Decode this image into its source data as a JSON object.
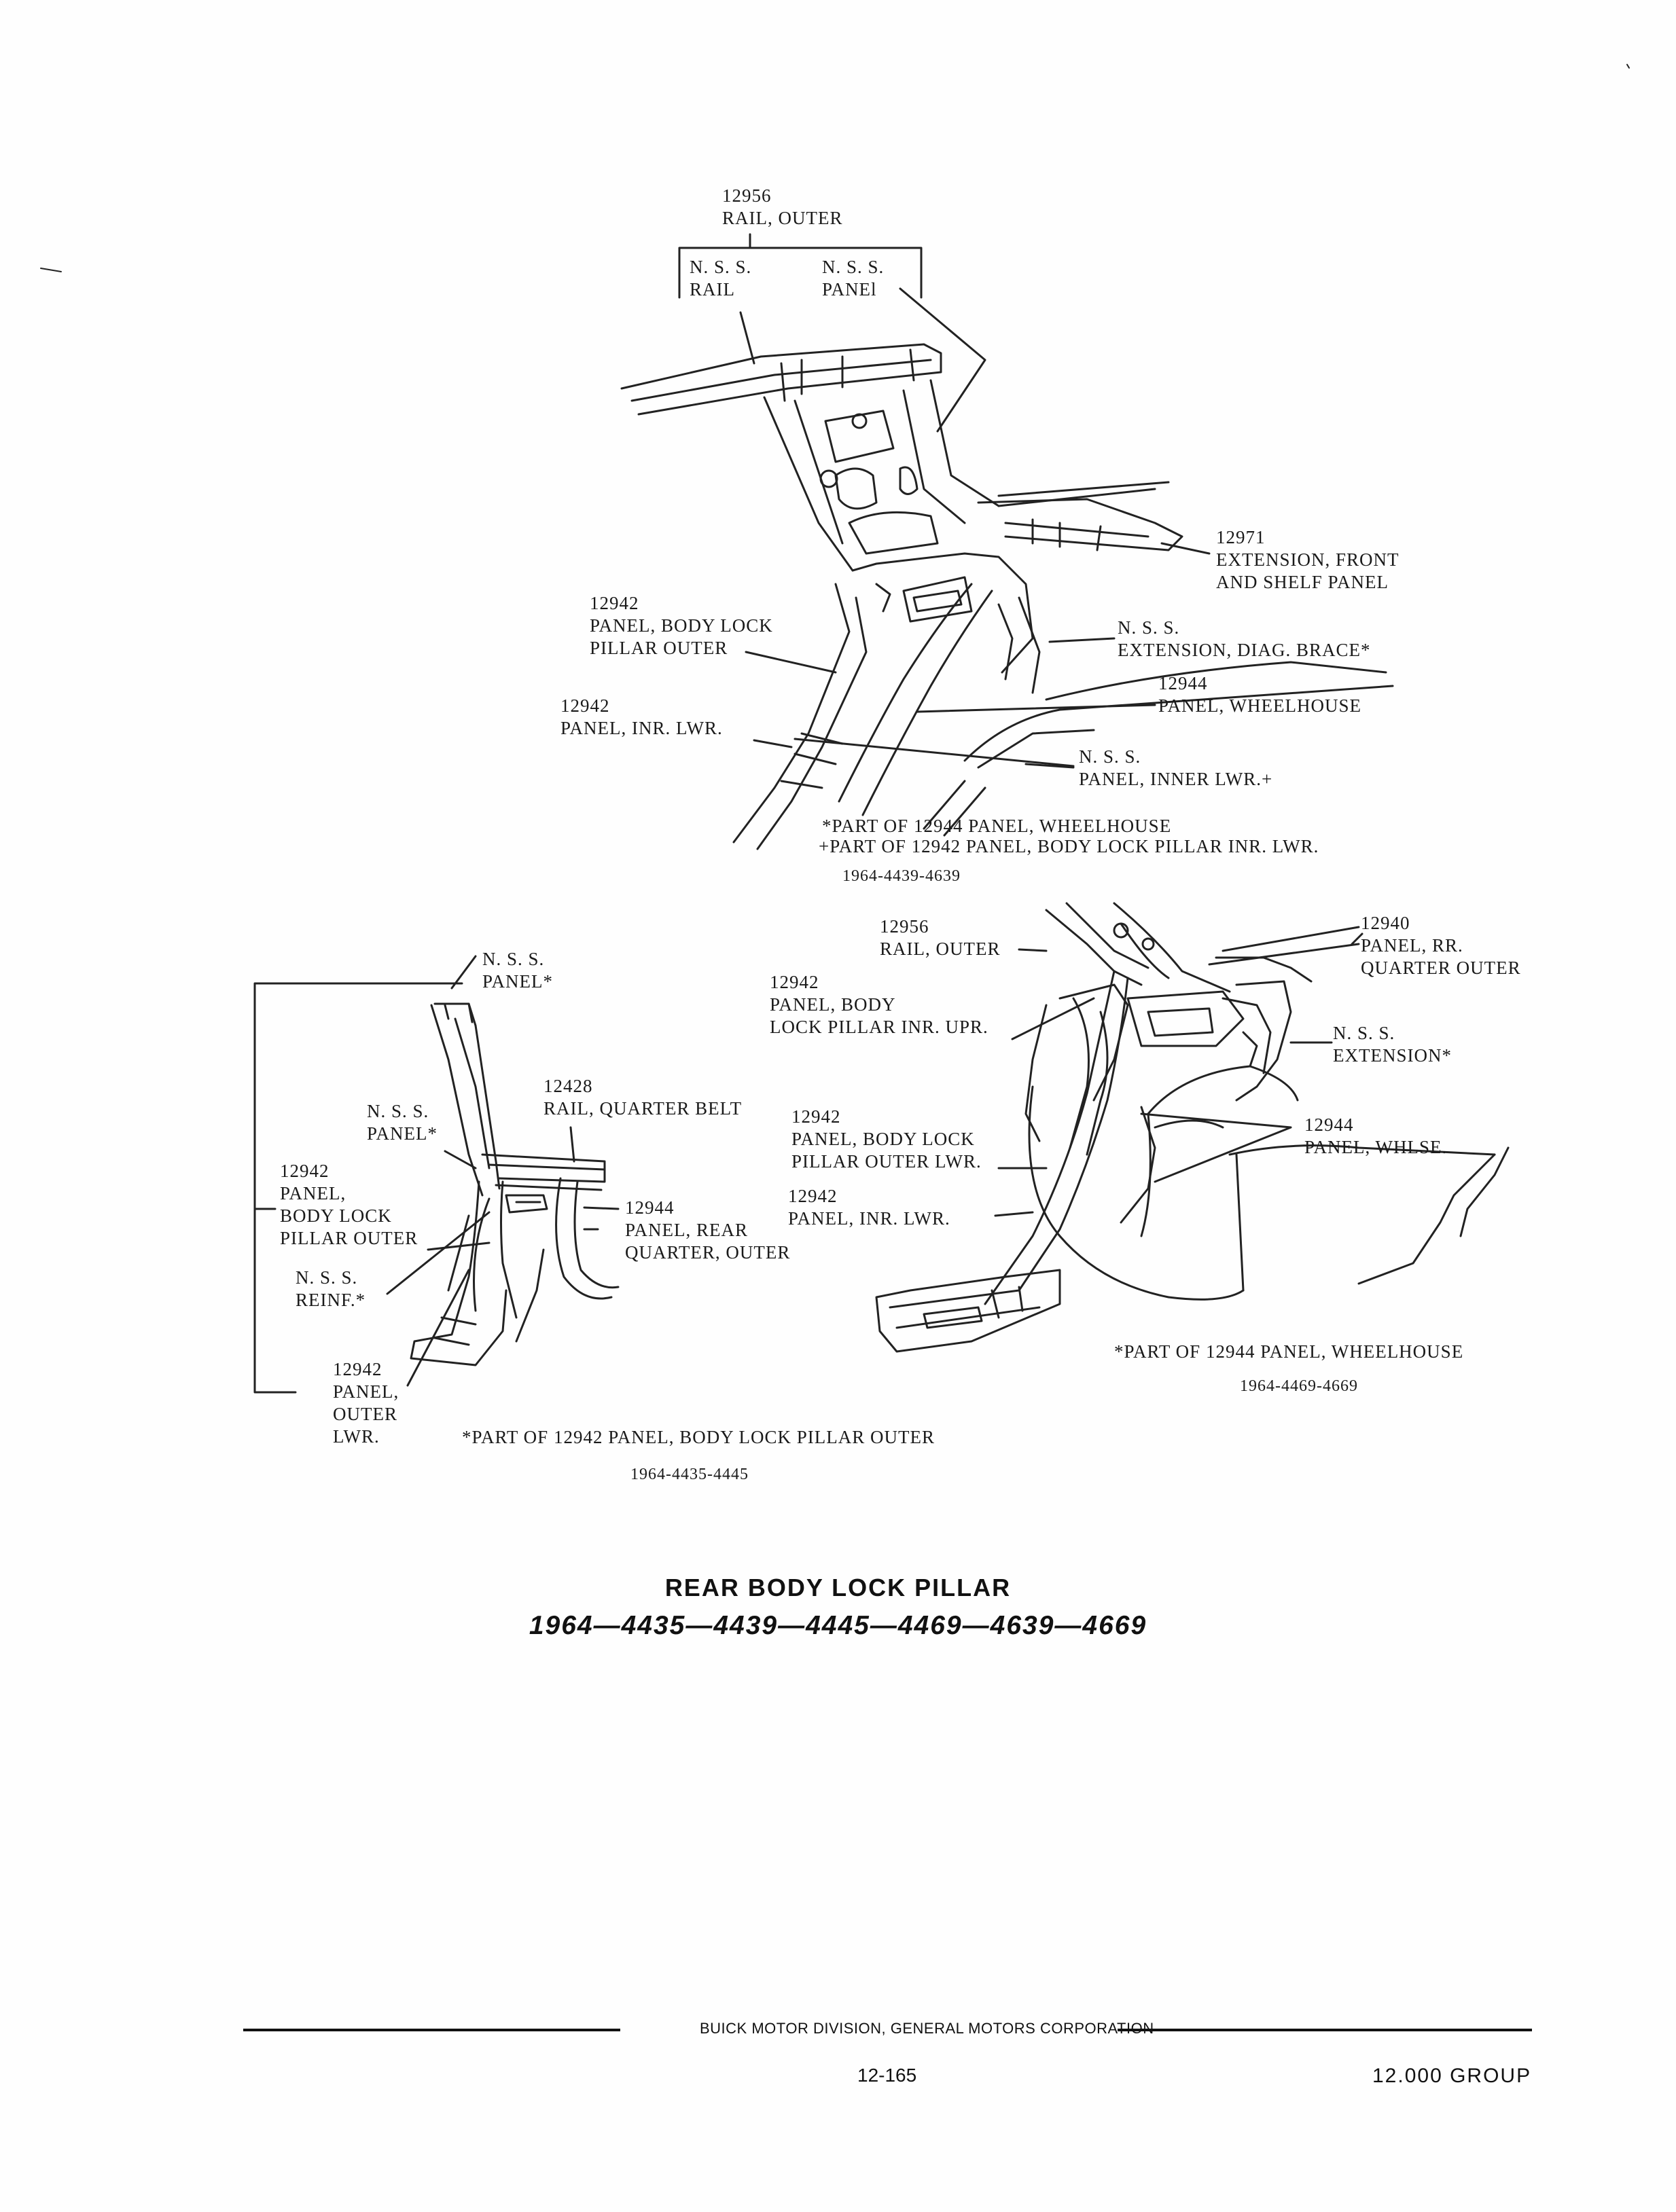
{
  "top_view": {
    "labels": [
      "12956\nRAIL, OUTER",
      "N. S. S.\nRAIL",
      "N. S. S.\nPANEl",
      "12971\nEXTENSION, FRONT\nAND SHELF PANEL",
      "12942\nPANEL, BODY LOCK\nPILLAR OUTER",
      "N. S. S.\nEXTENSION, DIAG. BRACE*",
      "12944\nPANEL, WHEELHOUSE",
      "12942\nPANEL, INR. LWR.",
      "N. S. S.\nPANEL, INNER LWR.+"
    ],
    "footnotes": [
      "*PART OF 12944 PANEL, WHEELHOUSE",
      "+PART OF 12942 PANEL, BODY LOCK PILLAR INR. LWR.",
      "1964-4439-4639"
    ]
  },
  "left_view": {
    "labels": [
      "N. S. S.\nPANEL*",
      "12428\nRAIL, QUARTER BELT",
      "N. S. S.\nPANEL*",
      "12942\nPANEL,\nBODY LOCK\nPILLAR OUTER",
      "12944\nPANEL, REAR\nQUARTER, OUTER",
      "N. S. S.\nREINF.*",
      "12942\nPANEL,\nOUTER\nLWR."
    ],
    "footnotes": [
      "*PART OF 12942 PANEL, BODY LOCK PILLAR OUTER",
      "1964-4435-4445"
    ]
  },
  "right_view": {
    "labels": [
      "12956\nRAIL, OUTER",
      "12940\nPANEL, RR.\nQUARTER OUTER",
      "12942\nPANEL, BODY\nLOCK PILLAR INR. UPR.",
      "N. S. S.\nEXTENSION*",
      "12942\nPANEL, BODY LOCK\nPILLAR OUTER LWR.",
      "12944\nPANEL, WHLSE.",
      "12942\nPANEL, INR. LWR."
    ],
    "footnotes": [
      "*PART OF 12944 PANEL, WHEELHOUSE",
      "1964-4469-4669"
    ]
  },
  "title": {
    "line1": "REAR BODY LOCK PILLAR",
    "line2": "1964—4435—4439—4445—4469—4639—4669"
  },
  "footer": {
    "division": "BUICK MOTOR DIVISION, GENERAL MOTORS CORPORATION",
    "page_number": "12-165",
    "group": "12.000 GROUP"
  }
}
